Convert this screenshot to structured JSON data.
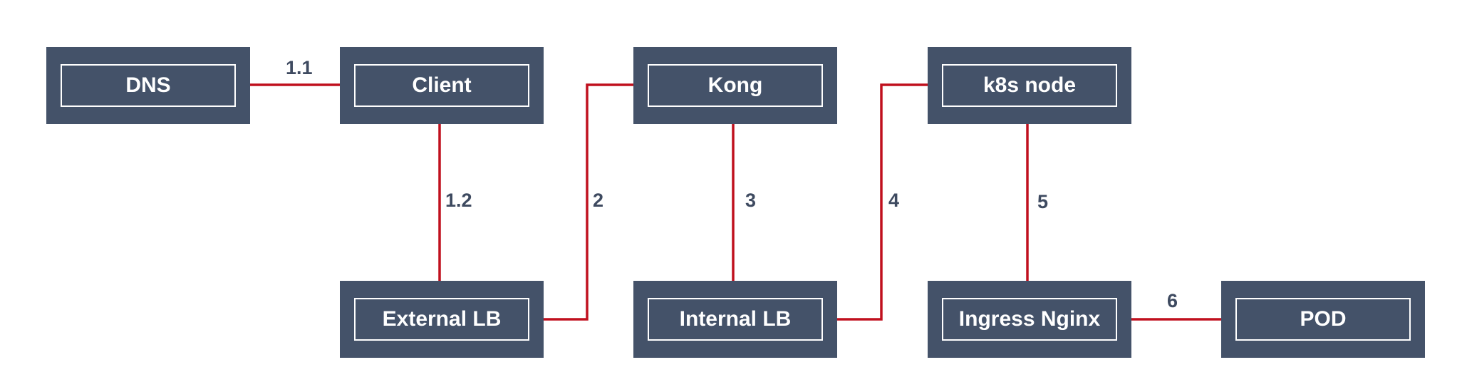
{
  "colors": {
    "node_fill": "#445269",
    "node_text": "#ffffff",
    "edge": "#c0101e",
    "label": "#3e4a60"
  },
  "nodes": {
    "dns": "DNS",
    "client": "Client",
    "kong": "Kong",
    "k8s_node": "k8s node",
    "external_lb": "External LB",
    "internal_lb": "Internal LB",
    "ingress_nginx": "Ingress Nginx",
    "pod": "POD"
  },
  "edges": [
    {
      "from": "Client",
      "to": "DNS",
      "label": "1.1"
    },
    {
      "from": "Client",
      "to": "External LB",
      "label": "1.2"
    },
    {
      "from": "External LB",
      "to": "Kong",
      "label": "2"
    },
    {
      "from": "Kong",
      "to": "Internal LB",
      "label": "3"
    },
    {
      "from": "Internal LB",
      "to": "k8s node",
      "label": "4"
    },
    {
      "from": "k8s node",
      "to": "Ingress Nginx",
      "label": "5"
    },
    {
      "from": "Ingress Nginx",
      "to": "POD",
      "label": "6"
    }
  ]
}
